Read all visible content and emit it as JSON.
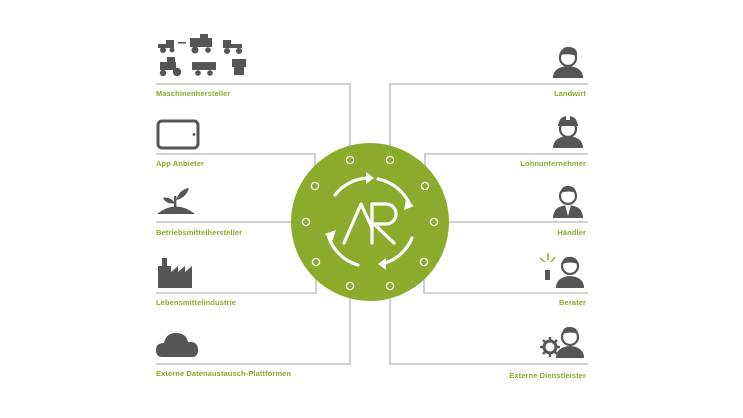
{
  "colors": {
    "accent": "#8aab2b",
    "connector": "#c3c3c3",
    "icon": "#555555",
    "hub": "#8aab2b",
    "hub_ring": "#ffffff"
  },
  "hub": {
    "logo_text": "AR",
    "logo_icon": "ar-cycle-logo"
  },
  "left_nodes": [
    {
      "label": "Maschinenhersteller",
      "icon": "farm-machinery-icon"
    },
    {
      "label": "App Anbieter",
      "icon": "tablet-icon"
    },
    {
      "label": "Betriebsmittelhersteller",
      "icon": "seedling-icon"
    },
    {
      "label": "Lebensmittelindustrie",
      "icon": "factory-icon"
    },
    {
      "label": "Externe Datenaustausch-Plattformen",
      "icon": "cloud-icon"
    }
  ],
  "right_nodes": [
    {
      "label": "Landwirt",
      "icon": "farmer-icon"
    },
    {
      "label": "Lohnunternehmer",
      "icon": "contractor-helmet-icon"
    },
    {
      "label": "Händler",
      "icon": "dealer-suit-icon"
    },
    {
      "label": "Berater",
      "icon": "advisor-icon"
    },
    {
      "label": "Externe Dienstleister",
      "icon": "service-gear-icon"
    }
  ]
}
